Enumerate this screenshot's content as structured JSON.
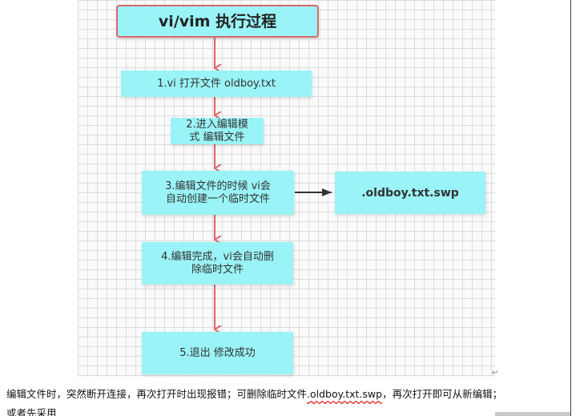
{
  "diagram": {
    "title": "vi/vim 执行过程",
    "steps": [
      "1.vi 打开文件 oldboy.txt",
      "2.进入编辑模\n式 编辑文件",
      "3.编辑文件的时候 vi会\n自动创建一个临时文件",
      "4.编辑完成，vi会自动删\n除临时文件",
      "5.退出 修改成功"
    ],
    "side_node": ".oldboy.txt.swp",
    "colors": {
      "box_fill": "#9af3f6",
      "arrow_red": "#d9656b",
      "arrow_dark": "#333333",
      "title_border": "#d8686f"
    }
  },
  "caption": {
    "text_before": "编辑文件时，突然断开连接，再次打开时出现报错；可删除临时文件",
    "highlight": ".oldboy.txt.swp",
    "text_after": "，再次打开即可从新编辑；",
    "second_line": "或者先采用"
  }
}
